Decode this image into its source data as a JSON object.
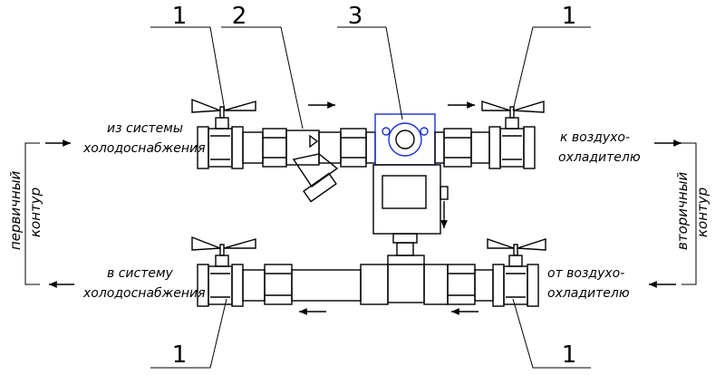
{
  "callouts": {
    "valve_top_left": "1",
    "strainer": "2",
    "pump": "3",
    "valve_top_right": "1",
    "valve_bottom_left": "1",
    "valve_bottom_right": "1"
  },
  "labels": {
    "from_system_line1": "из системы",
    "from_system_line2": "холодоснабжения",
    "to_system_line1": "в систему",
    "to_system_line2": "холодоснабжения",
    "to_cooler_line1": "к воздухо-",
    "to_cooler_line2": "охладителю",
    "from_cooler_line1": "от воздухо-",
    "from_cooler_line2": "охладителю",
    "primary_line1": "первичный",
    "primary_line2": "контур",
    "secondary_line1": "вторичный",
    "secondary_line2": "контур"
  },
  "colors": {
    "line": "#000000",
    "pump_accent": "#1a2fd6"
  }
}
